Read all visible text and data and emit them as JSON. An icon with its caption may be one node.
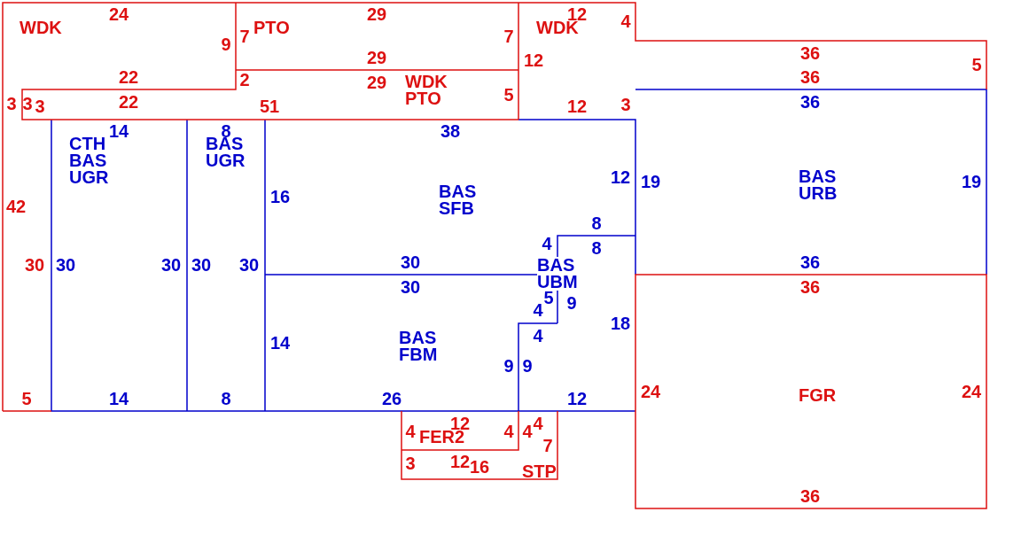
{
  "diagram": {
    "nodes": [
      {
        "text": [
          "WDK"
        ]
      },
      {
        "text": [
          "PTO"
        ]
      },
      {
        "text": [
          "WDK"
        ]
      },
      {
        "text": [
          "WDK PTO"
        ]
      },
      {
        "text": [
          "CTH BAS UGR"
        ]
      },
      {
        "text": [
          "BAS UGR"
        ]
      },
      {
        "text": [
          "BAS URB"
        ]
      },
      {
        "text": [
          "BAS SFB"
        ]
      },
      {
        "text": [
          "BAS UBM"
        ]
      },
      {
        "text": [
          "BAS FBM"
        ]
      },
      {
        "text": [
          "FGR"
        ]
      },
      {
        "text": [
          "FER2"
        ]
      },
      {
        "text": [
          "STP"
        ]
      }
    ],
    "labels": [
      "24",
      "29",
      "12",
      "4",
      "9",
      "7",
      "7",
      "29",
      "12",
      "36",
      "5",
      "22",
      "2",
      "29",
      "36",
      "5",
      "3",
      "3",
      "3",
      "22",
      "51",
      "12",
      "3",
      "36",
      "14",
      "8",
      "38",
      "12",
      "19",
      "19",
      "16",
      "42",
      "8",
      "4",
      "8",
      "30",
      "30",
      "30",
      "30",
      "30",
      "30",
      "36",
      "9",
      "30",
      "36",
      "5",
      "4",
      "18",
      "4",
      "14",
      "9",
      "9",
      "24",
      "24",
      "5",
      "14",
      "8",
      "26",
      "12",
      "12",
      "4",
      "4",
      "4",
      "4",
      "7",
      "3",
      "12",
      "16",
      "36"
    ]
  }
}
